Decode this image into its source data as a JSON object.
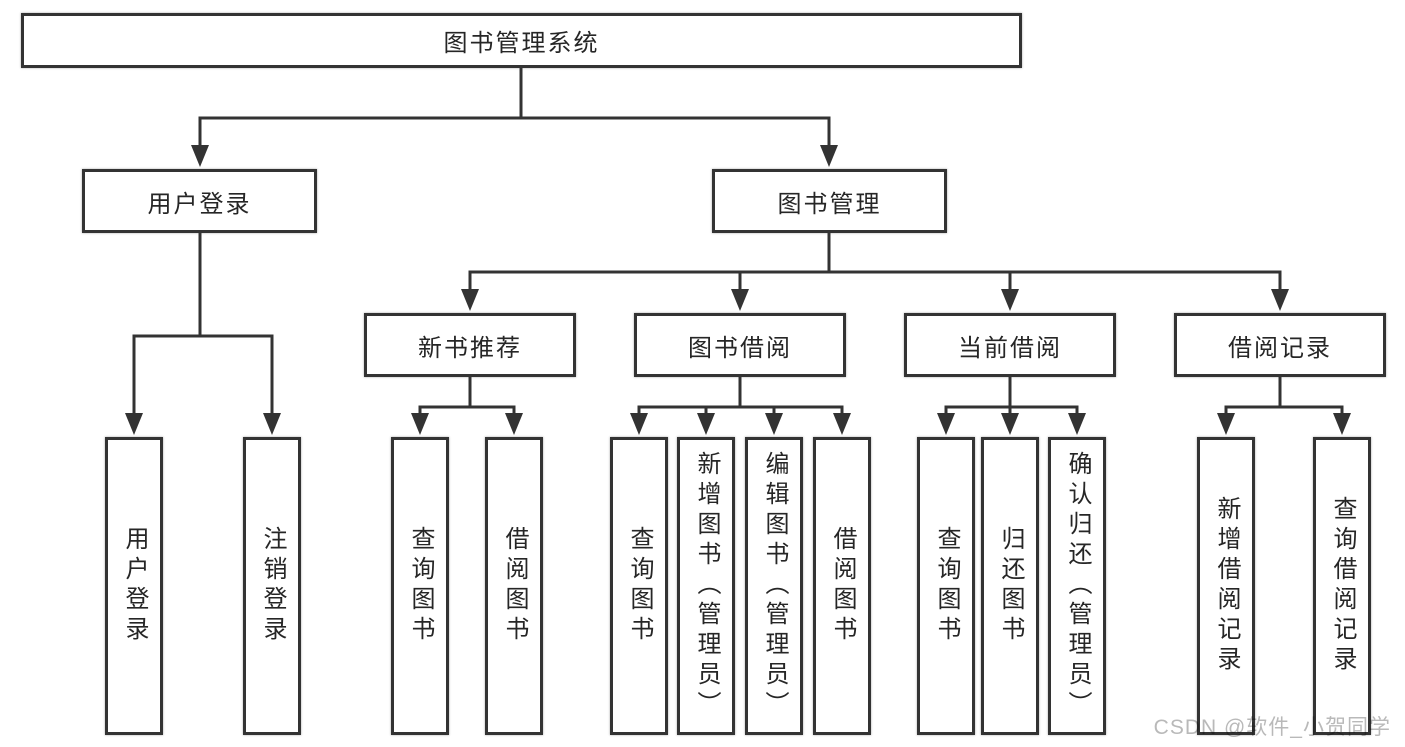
{
  "diagram": {
    "title": "图书管理系统",
    "type": "function-structure-tree",
    "colors": {
      "line": "#333333",
      "box_border": "#333333",
      "text": "#262626",
      "background": "#ffffff",
      "watermark": "#b9b9b9"
    }
  },
  "nodes": {
    "root": {
      "label": "图书管理系统"
    },
    "level2": [
      {
        "label": "用户登录"
      },
      {
        "label": "图书管理"
      }
    ],
    "level3": [
      {
        "label": "新书推荐",
        "parent": "图书管理"
      },
      {
        "label": "图书借阅",
        "parent": "图书管理"
      },
      {
        "label": "当前借阅",
        "parent": "图书管理"
      },
      {
        "label": "借阅记录",
        "parent": "图书管理"
      }
    ],
    "leaves": [
      {
        "label": "用户登录",
        "parent": "用户登录"
      },
      {
        "label": "注销登录",
        "parent": "用户登录"
      },
      {
        "label": "查询图书",
        "parent": "新书推荐"
      },
      {
        "label": "借阅图书",
        "parent": "新书推荐"
      },
      {
        "label": "查询图书",
        "parent": "图书借阅"
      },
      {
        "label": "新增图书（管理员）",
        "parent": "图书借阅"
      },
      {
        "label": "编辑图书（管理员）",
        "parent": "图书借阅"
      },
      {
        "label": "借阅图书",
        "parent": "图书借阅"
      },
      {
        "label": "查询图书",
        "parent": "当前借阅"
      },
      {
        "label": "归还图书",
        "parent": "当前借阅"
      },
      {
        "label": "确认归还（管理员）",
        "parent": "当前借阅"
      },
      {
        "label": "新增借阅记录",
        "parent": "借阅记录"
      },
      {
        "label": "查询借阅记录",
        "parent": "借阅记录"
      }
    ]
  },
  "watermark": {
    "text": "CSDN @软件_小贺同学"
  }
}
